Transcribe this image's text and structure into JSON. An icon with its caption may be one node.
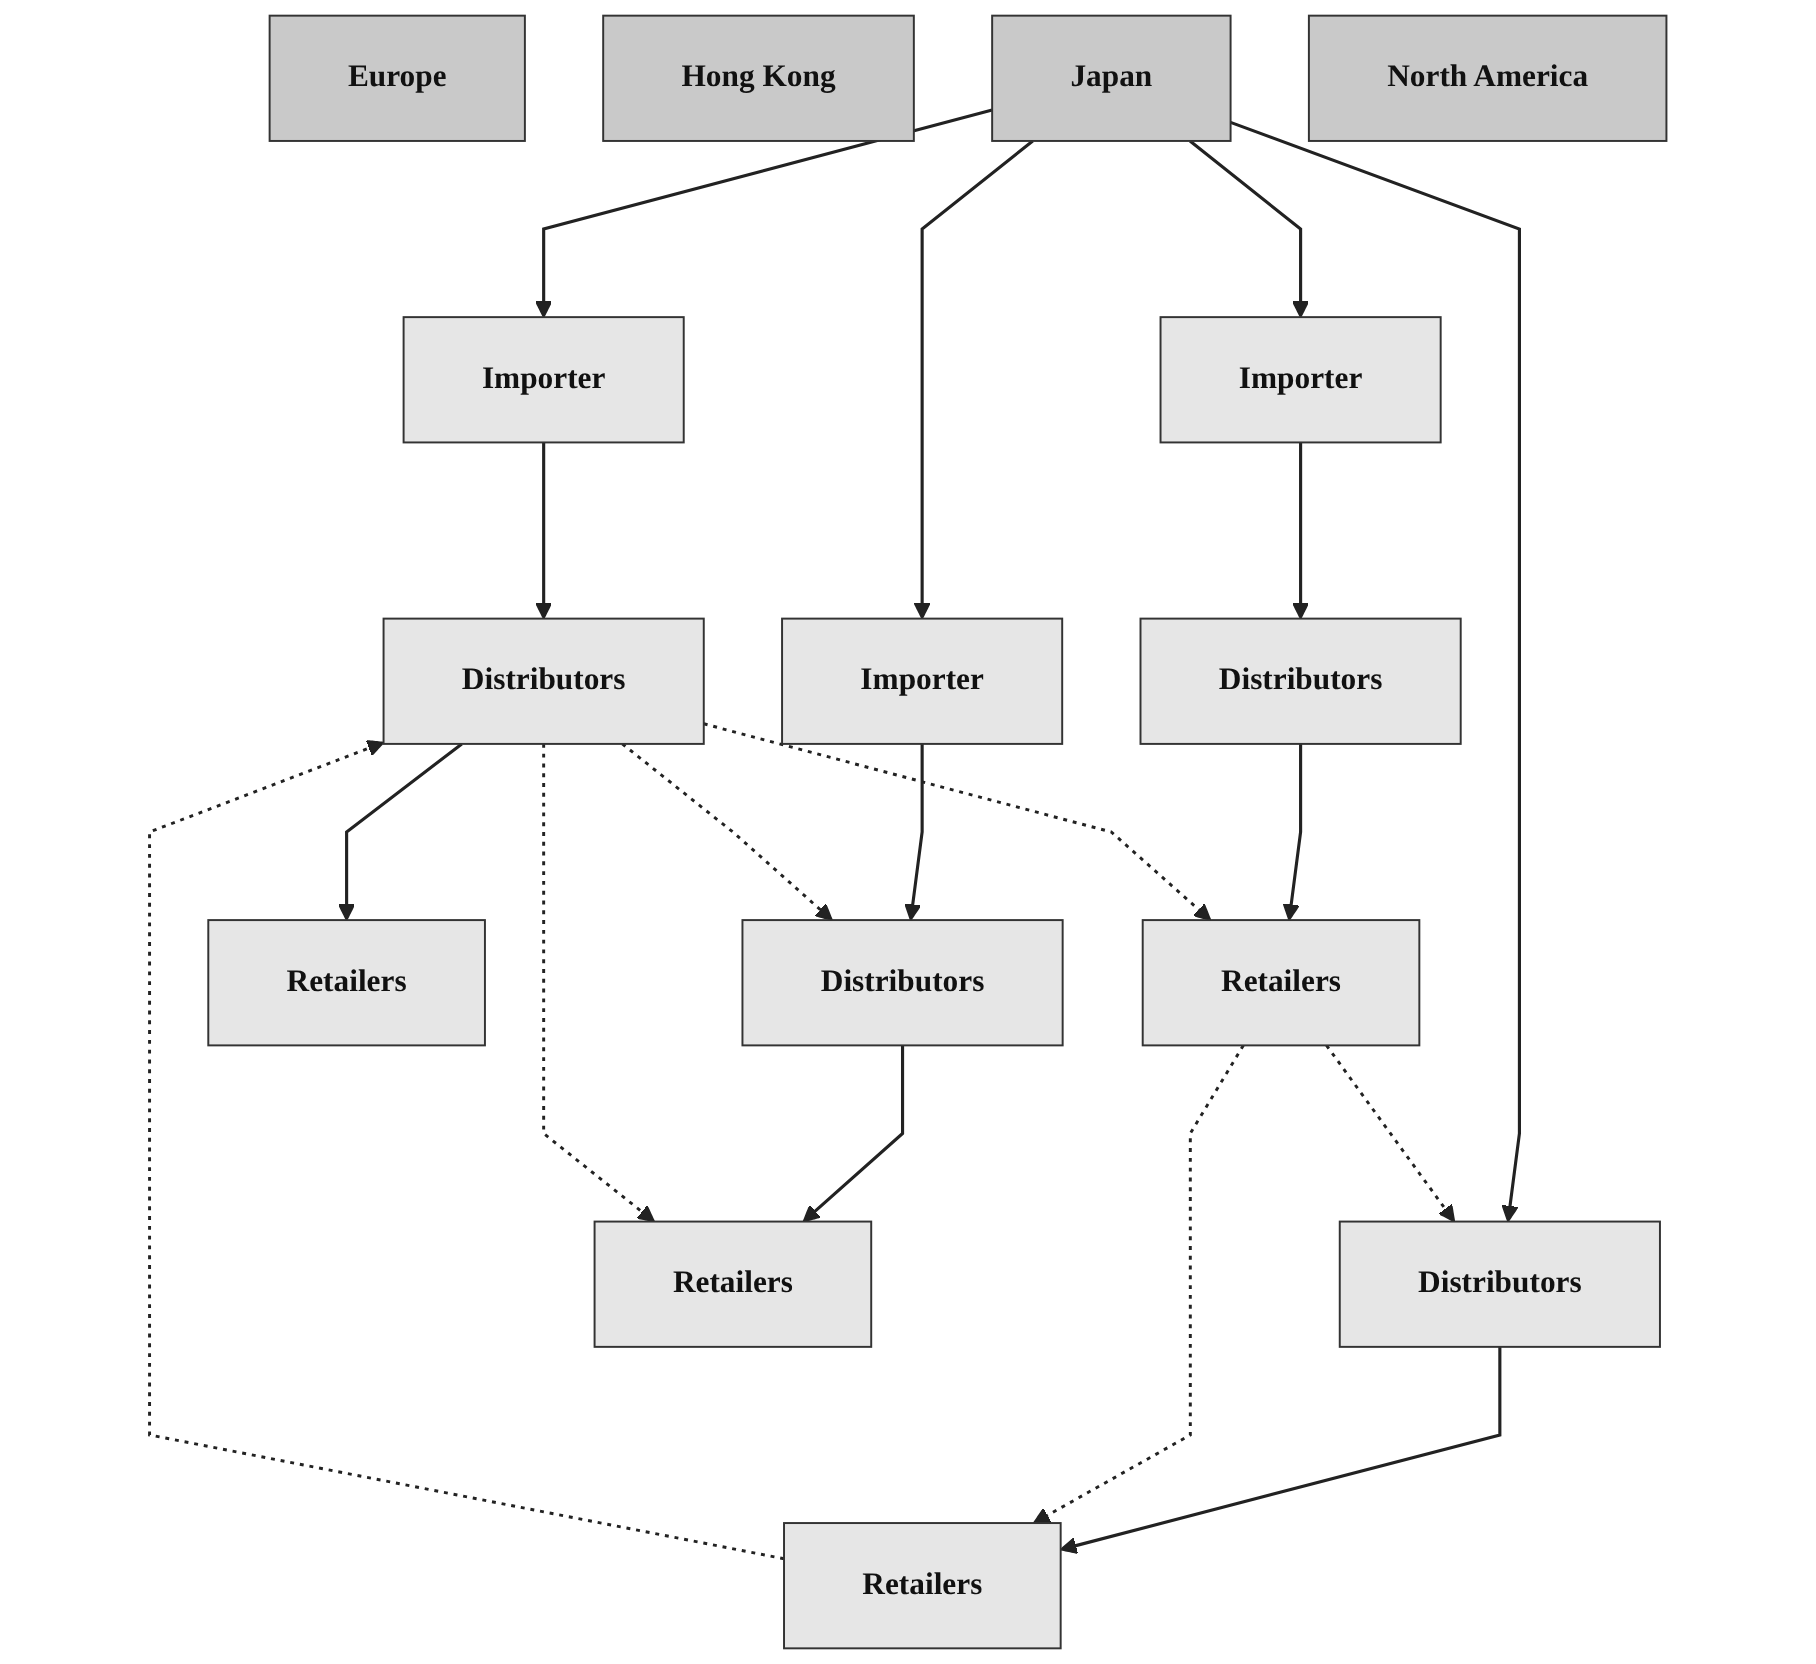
{
  "diagram": {
    "nodes": [
      {
        "text": [
          "Europe"
        ]
      },
      {
        "text": [
          "Hong Kong"
        ]
      },
      {
        "text": [
          "Japan"
        ]
      },
      {
        "text": [
          "North America"
        ]
      },
      {
        "text": [
          "Importer"
        ]
      },
      {
        "text": [
          "Importer"
        ]
      },
      {
        "text": [
          "Importer"
        ]
      },
      {
        "text": [
          "Distributors"
        ]
      },
      {
        "text": [
          "Distributors"
        ]
      },
      {
        "text": [
          "Distributors"
        ]
      },
      {
        "text": [
          "Distributors"
        ]
      },
      {
        "text": [
          "Retailers"
        ]
      },
      {
        "text": [
          "Retailers"
        ]
      },
      {
        "text": [
          "Retailers"
        ]
      },
      {
        "text": [
          "Retailers"
        ]
      }
    ],
    "edges": [
      {
        "from": 2,
        "to": 4,
        "arrow": "to"
      },
      {
        "from": 2,
        "to": 5,
        "arrow": "to"
      },
      {
        "from": 2,
        "to": 9,
        "arrow": "to"
      },
      {
        "from": 2,
        "to": 6,
        "arrow": "to"
      },
      {
        "from": 4,
        "to": 7,
        "arrow": "to"
      },
      {
        "from": 5,
        "to": 8,
        "arrow": "to"
      },
      {
        "from": 6,
        "to": 10,
        "arrow": "to"
      },
      {
        "from": 7,
        "to": 11,
        "arrow": "to"
      },
      {
        "from": 8,
        "to": 12,
        "arrow": "to"
      },
      {
        "from": 9,
        "to": 13,
        "arrow": "to"
      },
      {
        "from": 10,
        "to": 14,
        "arrow": "to"
      },
      {
        "from": 8,
        "to": 7,
        "arrow": "to",
        "style": "dashed"
      },
      {
        "from": 8,
        "to": 11,
        "arrow": "to",
        "style": "dashed"
      },
      {
        "from": 13,
        "to": 8,
        "arrow": "to",
        "style": "dashed"
      },
      {
        "from": 8,
        "to": 14,
        "arrow": "to",
        "style": "dashed"
      },
      {
        "from": 14,
        "to": 9,
        "arrow": "to",
        "style": "dashed"
      },
      {
        "from": 14,
        "to": 13,
        "arrow": "to",
        "style": "dashed"
      }
    ]
  }
}
